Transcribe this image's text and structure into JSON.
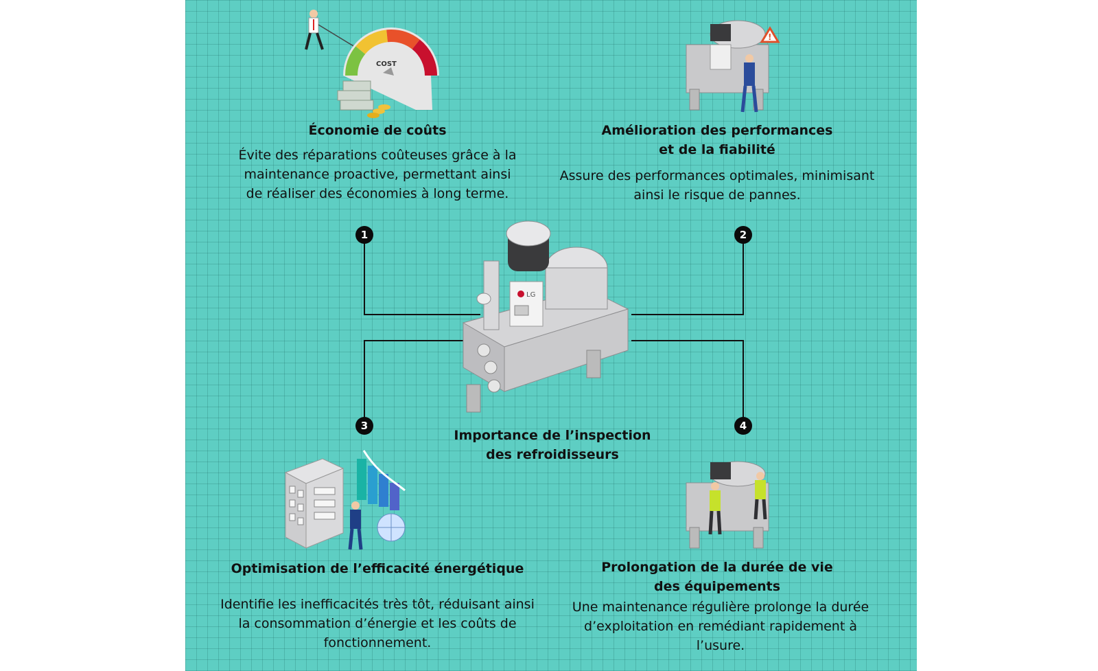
{
  "center": {
    "title": "Importance de l’inspection\ndes refroidisseurs",
    "brand": "LG"
  },
  "items": [
    {
      "number": "1",
      "title": "Économie de coûts",
      "description": "Évite des réparations coûteuses grâce à la\nmaintenance proactive, permettant ainsi\nde réaliser des économies à long terme.",
      "gauge_label": "COST",
      "icon": "cost-gauge-illustration"
    },
    {
      "number": "2",
      "title": "Amélioration des performances\net de la fiabilité",
      "description": "Assure des performances optimales, minimisant\nainsi le risque de pannes.",
      "icon": "chiller-warning-technician-illustration"
    },
    {
      "number": "3",
      "title": "Optimisation de l’efficacité énergétique",
      "description": "Identifie les inefficacités très tôt, réduisant ainsi\nla consommation d’énergie et les coûts de\nfonctionnement.",
      "icon": "building-energy-chart-illustration"
    },
    {
      "number": "4",
      "title": "Prolongation de la durée de vie\ndes équipements",
      "description": "Une maintenance régulière prolonge la durée\nd’exploitation en remédiant rapidement à\nl’usure.",
      "icon": "chiller-two-technicians-illustration"
    }
  ],
  "colors": {
    "background": "#5ecec3",
    "grid": "#3fa79d",
    "badge": "#0b0b0b",
    "connector": "#111111",
    "machine": "#c9c9cb"
  }
}
